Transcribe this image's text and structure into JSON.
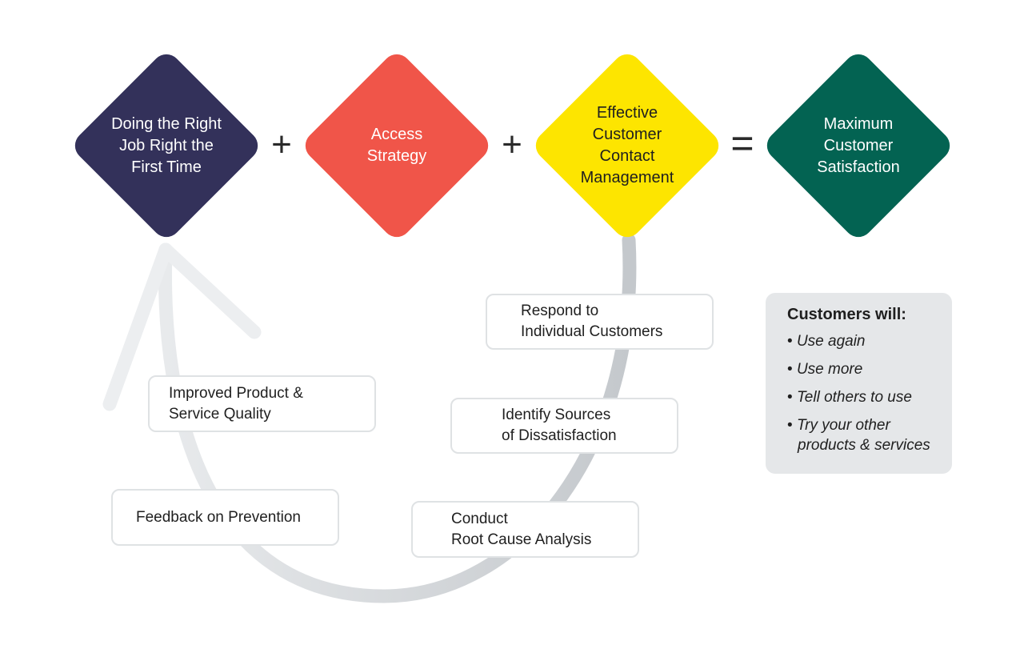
{
  "equation": {
    "terms": [
      {
        "label": "Doing the Right\nJob Right the\nFirst Time",
        "color": "#33315a"
      },
      {
        "label": "Access\nStrategy",
        "color": "#f05549"
      },
      {
        "label": "Effective\nCustomer\nContact\nManagement",
        "color": "#fde500"
      },
      {
        "label": "Maximum\nCustomer\nSatisfaction",
        "color": "#036352"
      }
    ],
    "operators": [
      "+",
      "+",
      "="
    ]
  },
  "cycle_steps": {
    "respond": "Respond to\nIndividual Customers",
    "identify": "Identify Sources\nof Dissatisfaction",
    "conduct": "Conduct\nRoot Cause Analysis",
    "feedback": "Feedback on Prevention",
    "improved": "Improved Product &\nService Quality"
  },
  "outcomes": {
    "title": "Customers will:",
    "bullet": "•",
    "items": [
      "Use again",
      "Use more",
      "Tell others to use",
      "Try your other\nproducts & services"
    ]
  },
  "colors": {
    "arrow_dark": "#c4c8cc",
    "arrow_light": "#eceef0",
    "box_border": "#dfe2e4",
    "panel_bg": "#e5e7e9"
  }
}
